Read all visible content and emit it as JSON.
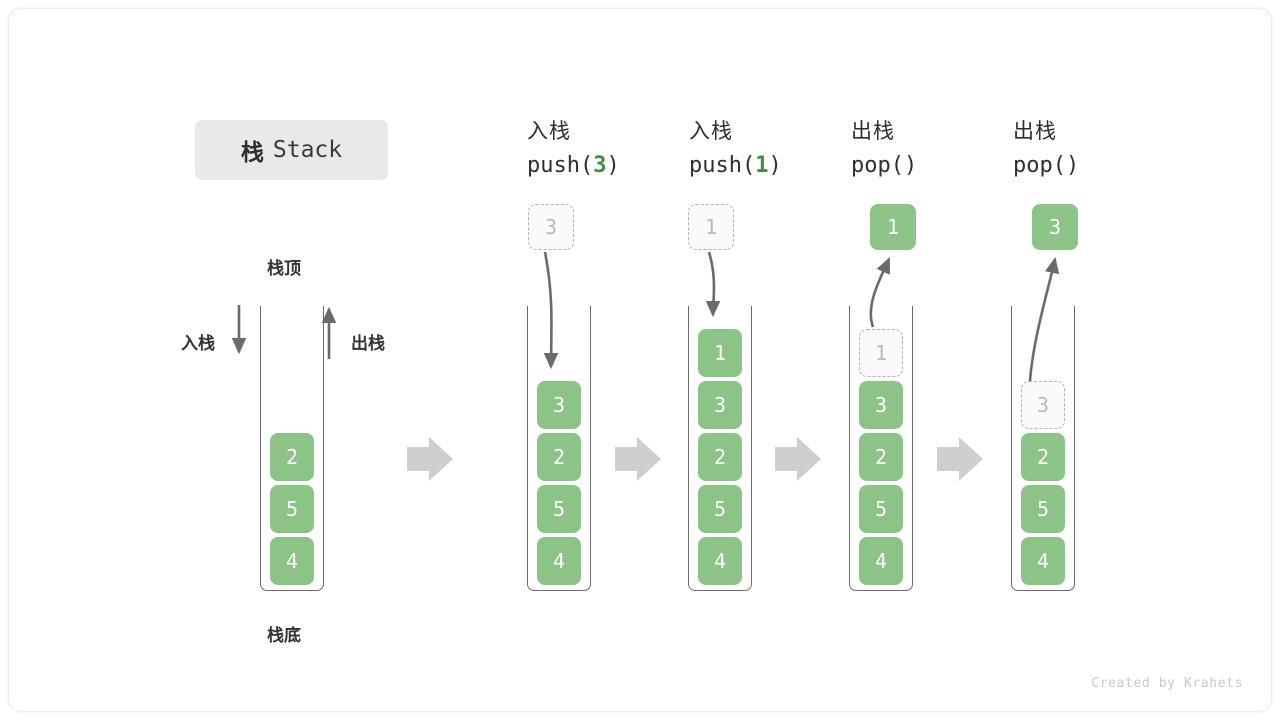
{
  "title": {
    "cn": "栈",
    "en": "Stack"
  },
  "labels": {
    "top": "栈顶",
    "bottom": "栈底",
    "push_side": "入栈",
    "pop_side": "出栈"
  },
  "footer": "Created by Krahets",
  "colors": {
    "element_green": "#8cc387",
    "accent_green": "#3f9142",
    "ghost_border": "#b3b3b3",
    "ghost_text": "#b9b9b9",
    "stack_border": "#6c6c6c",
    "arrow_gray": "#6b6b6b",
    "separator_gray": "#cfcfcf",
    "chip_bg": "#e9e9e9"
  },
  "steps": [
    {
      "id": "initial",
      "op_cn": "",
      "code_prefix": "",
      "code_arg": "",
      "code_suffix": "",
      "stack": [
        "2",
        "5",
        "4"
      ],
      "ghost": null,
      "popped": null,
      "incoming": null
    },
    {
      "id": "push-3",
      "op_cn": "入栈",
      "code_prefix": "push(",
      "code_arg": "3",
      "code_suffix": ")",
      "stack": [
        "3",
        "2",
        "5",
        "4"
      ],
      "ghost": null,
      "popped": null,
      "incoming": "3"
    },
    {
      "id": "push-1",
      "op_cn": "入栈",
      "code_prefix": "push(",
      "code_arg": "1",
      "code_suffix": ")",
      "stack": [
        "1",
        "3",
        "2",
        "5",
        "4"
      ],
      "ghost": null,
      "popped": null,
      "incoming": "1"
    },
    {
      "id": "pop-1",
      "op_cn": "出栈",
      "code_prefix": "pop(",
      "code_arg": "",
      "code_suffix": ")",
      "stack": [
        "3",
        "2",
        "5",
        "4"
      ],
      "ghost": "1",
      "popped": "1",
      "incoming": null
    },
    {
      "id": "pop-3",
      "op_cn": "出栈",
      "code_prefix": "pop(",
      "code_arg": "",
      "code_suffix": ")",
      "stack": [
        "2",
        "5",
        "4"
      ],
      "ghost": "3",
      "popped": "3",
      "incoming": null
    }
  ],
  "cells": {
    "s0": [
      "2",
      "5",
      "4"
    ],
    "s1": [
      "3",
      "2",
      "5",
      "4"
    ],
    "s2": [
      "1",
      "3",
      "2",
      "5",
      "4"
    ],
    "s3_ghost": "1",
    "s3": [
      "3",
      "2",
      "5",
      "4"
    ],
    "s4_ghost": "3",
    "s4": [
      "2",
      "5",
      "4"
    ],
    "incoming1": "3",
    "incoming2": "1",
    "popped3": "1",
    "popped4": "3"
  }
}
